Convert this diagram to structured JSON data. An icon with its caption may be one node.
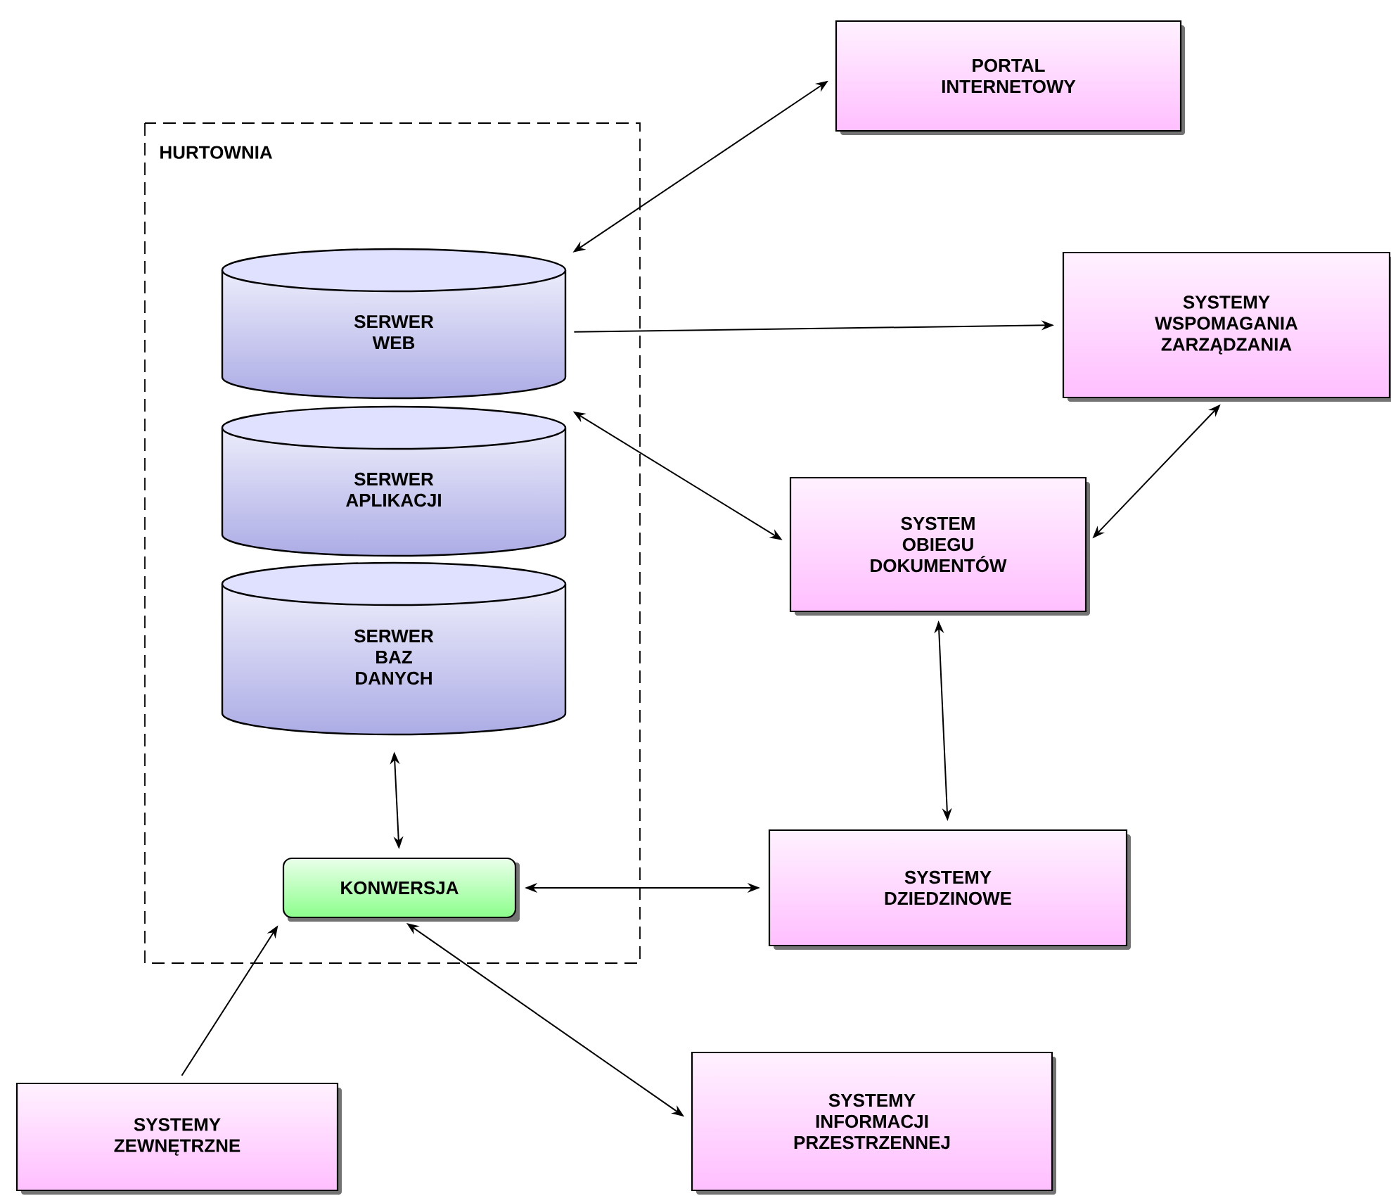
{
  "diagram": {
    "nodes": [
      {
        "text": [
          "HURTOWNIA"
        ]
      },
      {
        "text": [
          "SERWER WEB"
        ],
        "in": 0
      },
      {
        "text": [
          "SERWER APLIKACJI"
        ],
        "in": 0
      },
      {
        "text": [
          "SERWER BAZ DANYCH"
        ],
        "in": 0
      },
      {
        "text": [
          "KONWERSJA"
        ],
        "in": 0
      },
      {
        "text": [
          "PORTAL INTERNETOWY"
        ]
      },
      {
        "text": [
          "SYSTEMY WSPOMAGANIA ZARZĄDZANIA"
        ]
      },
      {
        "text": [
          "SYSTEM OBIEGU DOKUMENTÓW"
        ]
      },
      {
        "text": [
          "SYSTEMY DZIEDZINOWE"
        ]
      },
      {
        "text": [
          "SYSTEMY ZEWNĘTRZNE"
        ]
      },
      {
        "text": [
          "SYSTEMY INFORMACJI PRZESTRZENNEJ"
        ]
      }
    ],
    "edges": [
      {
        "from": 1,
        "to": 5,
        "arrow": "both"
      },
      {
        "from": 1,
        "to": 6,
        "arrow": "to"
      },
      {
        "from": 1,
        "to": 7,
        "arrow": "both"
      },
      {
        "from": 6,
        "to": 7,
        "arrow": "both"
      },
      {
        "from": 7,
        "to": 8,
        "arrow": "both"
      },
      {
        "from": 3,
        "to": 4,
        "arrow": "both"
      },
      {
        "from": 4,
        "to": 8,
        "arrow": "both"
      },
      {
        "from": 9,
        "to": 4,
        "arrow": "to"
      },
      {
        "from": 4,
        "to": 10,
        "arrow": "both"
      }
    ]
  }
}
